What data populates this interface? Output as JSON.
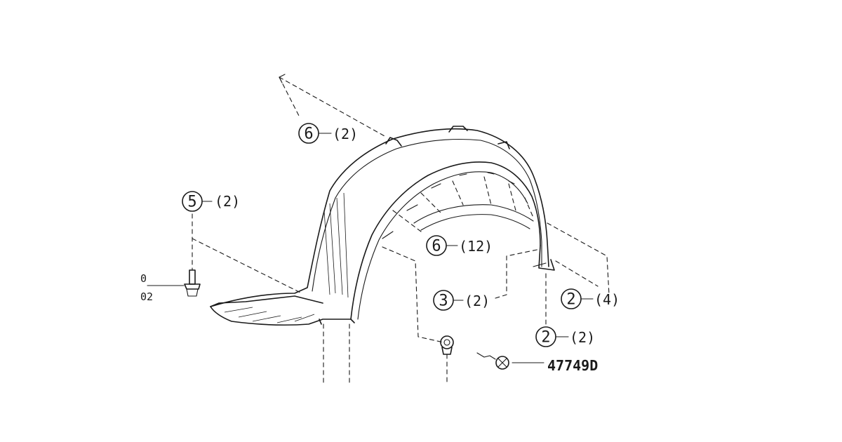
{
  "callouts": [
    {
      "key": "6",
      "qty": "(2)"
    },
    {
      "key": "5",
      "qty": "(2)"
    },
    {
      "key": "6",
      "qty": "(12)"
    },
    {
      "key": "3",
      "qty": "(2)"
    },
    {
      "key": "2",
      "qty": "(4)"
    },
    {
      "key": "2",
      "qty": "(2)"
    }
  ],
  "part_number": "47749D",
  "edge_fragments": {
    "top": "0",
    "bottom": "02"
  }
}
